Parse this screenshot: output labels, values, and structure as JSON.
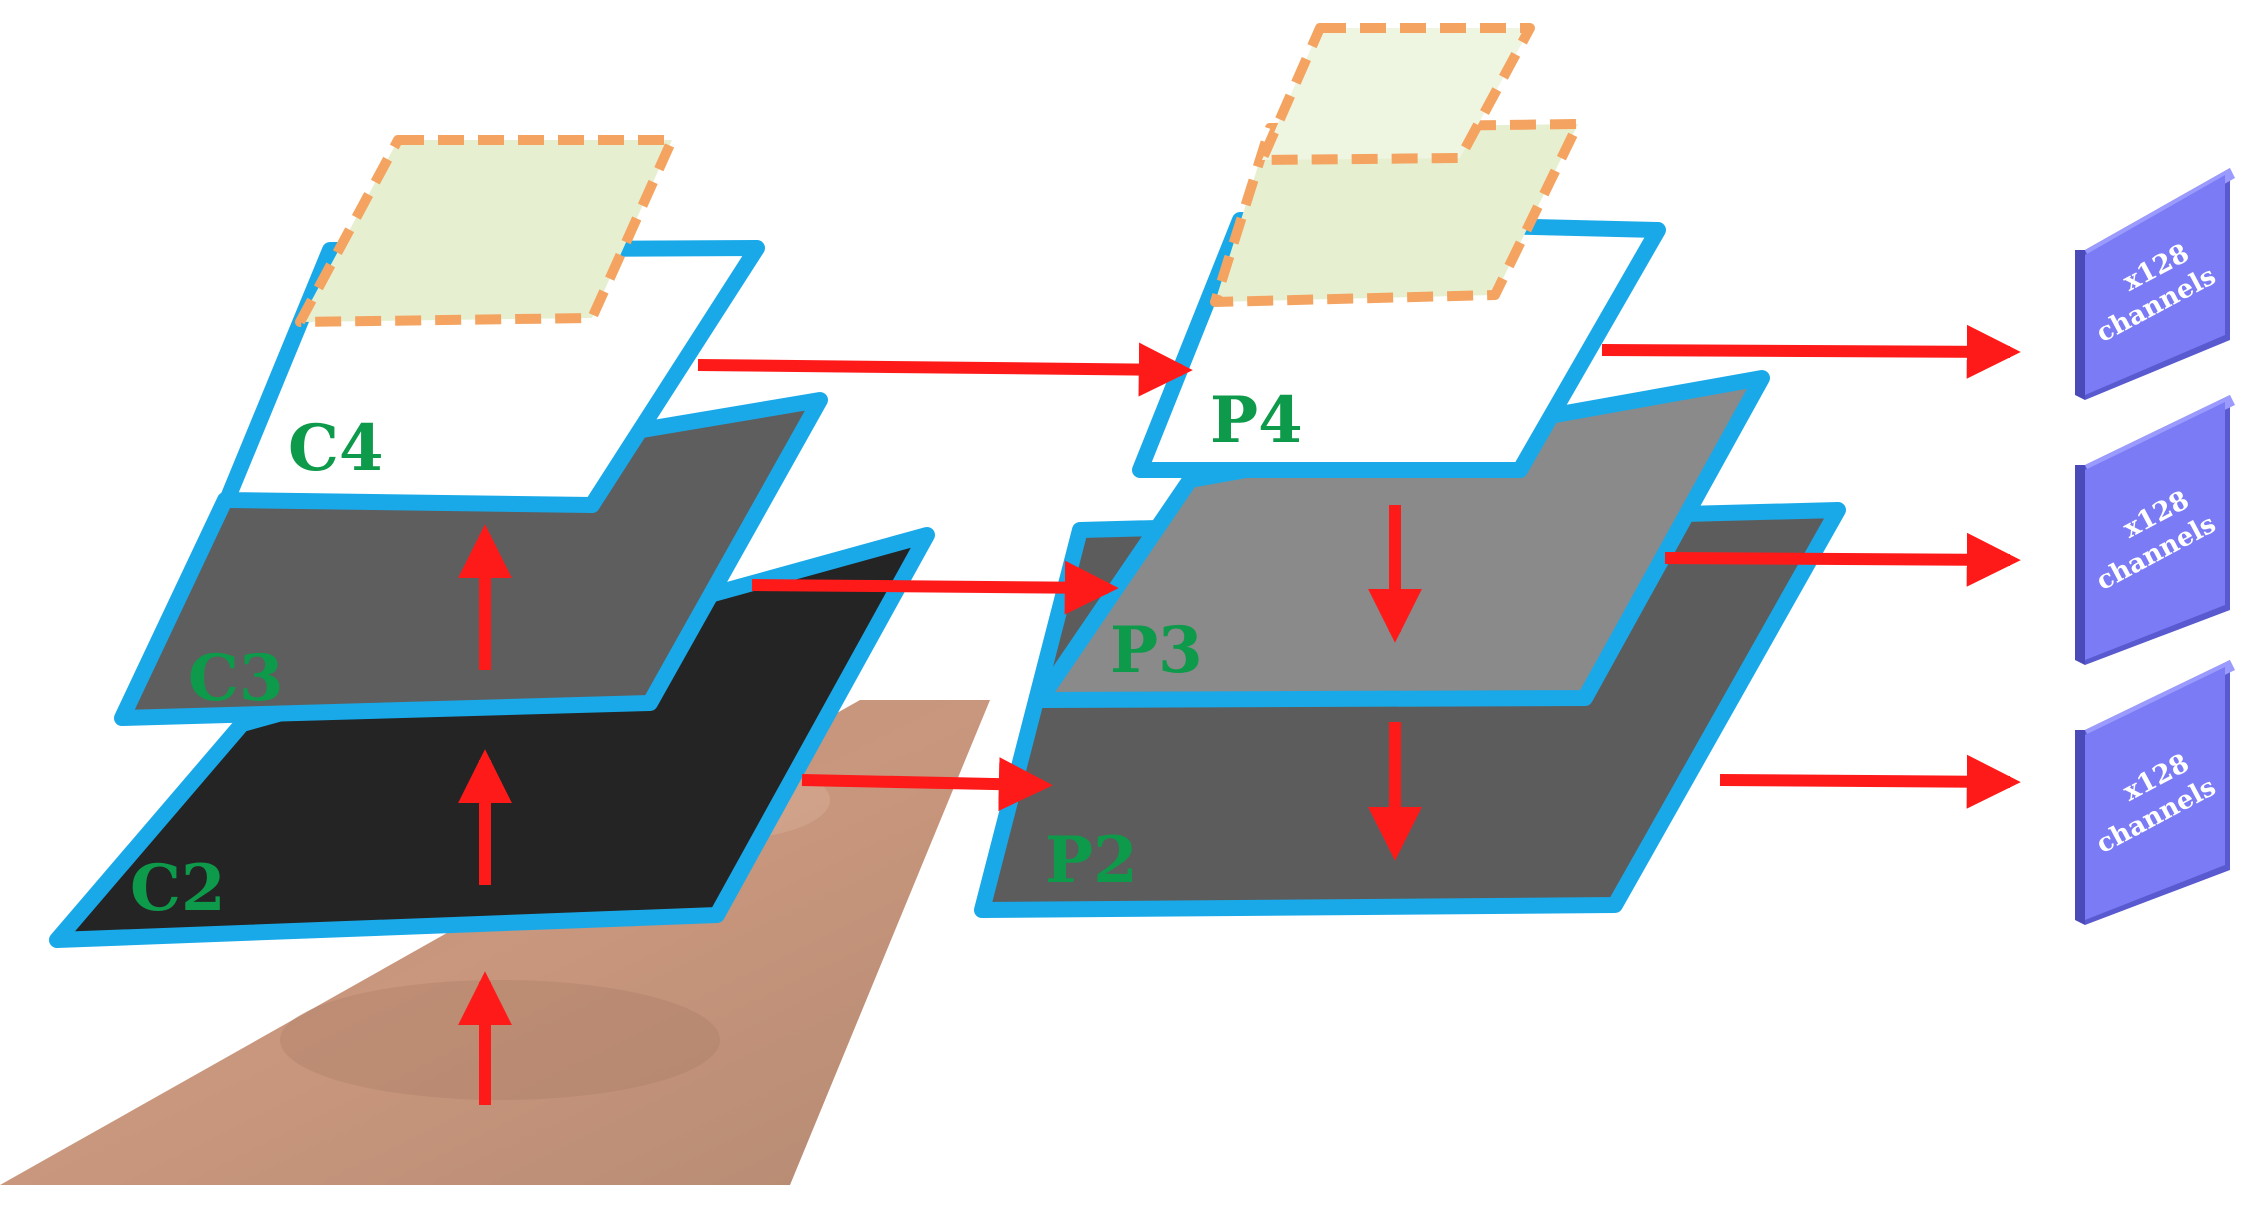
{
  "colors": {
    "frame": "#1aa9e8",
    "label": "#0d9a4a",
    "arrow": "#ff1a1a",
    "dashed_border": "#f4a460",
    "dashed_fill": "#e6f0d0",
    "output_box": "#7b7bf5",
    "input_image": "#c7937a"
  },
  "layers": {
    "c4": {
      "label": "C4"
    },
    "c3": {
      "label": "C3"
    },
    "c2": {
      "label": "C2"
    },
    "p4": {
      "label": "P4"
    },
    "p3": {
      "label": "P3"
    },
    "p2": {
      "label": "P2"
    }
  },
  "outputs": [
    {
      "line1": "x128",
      "line2": "channels"
    },
    {
      "line1": "x128",
      "line2": "channels"
    },
    {
      "line1": "x128",
      "line2": "channels"
    }
  ]
}
